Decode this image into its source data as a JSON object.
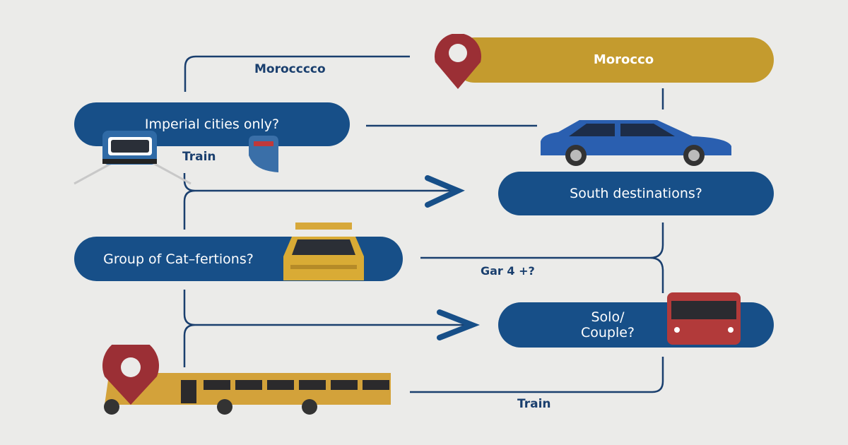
{
  "colors": {
    "navy": "#174f88",
    "gold": "#c49b2e",
    "red": "#9b2f35",
    "background": "#ebebe9"
  },
  "labels": {
    "top_left": "Morocccco",
    "group_branch": "Gar  4 +?",
    "train_left": "Train",
    "train_bottom": "Train"
  },
  "nodes": {
    "morocco": "Morocco",
    "imperial": "Imperial cities only?",
    "south": "South destinations?",
    "group": "Group of Cat–fertions?",
    "solo": "Solo/ Couple?"
  },
  "icons": [
    "map-pin-icon",
    "train-icon",
    "ticket-icon",
    "car-icon",
    "taxi-icon",
    "bus-icon",
    "coach-bus-icon"
  ]
}
